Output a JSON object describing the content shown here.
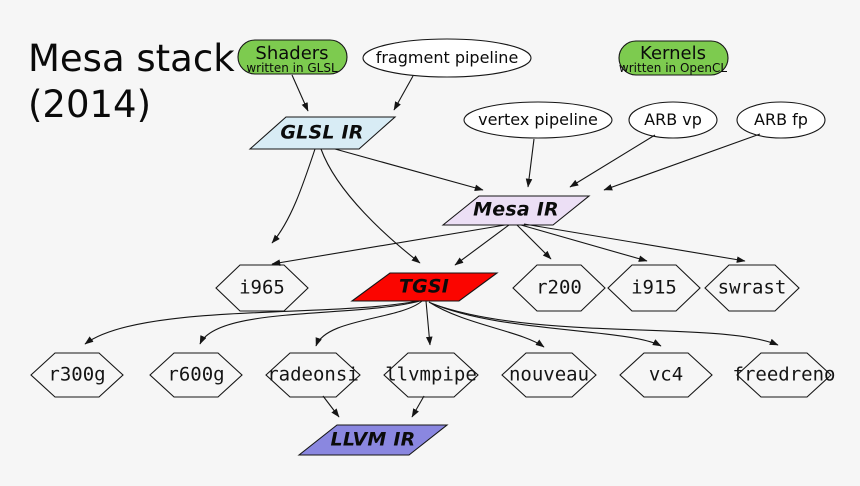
{
  "diagram": {
    "title": {
      "line1": "Mesa stack",
      "line2": "(2014)"
    },
    "colors": {
      "background": "#f6f6f6",
      "node_green_fill": "#7dcb4f",
      "node_white_fill": "#ffffff",
      "glsl_ir_fill": "#d8ecf5",
      "mesa_ir_fill": "#ecdff5",
      "tgsi_fill": "#fb0500",
      "llvm_ir_fill": "#8a87e0",
      "edge_color": "#151515"
    },
    "nodes": {
      "shaders": {
        "label": "Shaders",
        "sublabel": "written in GLSL"
      },
      "fragment_pipeline": {
        "label": "fragment pipeline"
      },
      "kernels": {
        "label": "Kernels",
        "sublabel": "written in OpenCL"
      },
      "glsl_ir": {
        "label": "GLSL IR"
      },
      "vertex_pipeline": {
        "label": "vertex pipeline"
      },
      "arb_vp": {
        "label": "ARB vp"
      },
      "arb_fp": {
        "label": "ARB fp"
      },
      "mesa_ir": {
        "label": "Mesa IR"
      },
      "i965": {
        "label": "i965"
      },
      "tgsi": {
        "label": "TGSI"
      },
      "r200": {
        "label": "r200"
      },
      "i915": {
        "label": "i915"
      },
      "swrast": {
        "label": "swrast"
      },
      "r300g": {
        "label": "r300g"
      },
      "r600g": {
        "label": "r600g"
      },
      "radeonsi": {
        "label": "radeonsi"
      },
      "llvmpipe": {
        "label": "llvmpipe"
      },
      "nouveau": {
        "label": "nouveau"
      },
      "vc4": {
        "label": "vc4"
      },
      "freedreno": {
        "label": "freedreno"
      },
      "llvm_ir": {
        "label": "LLVM IR"
      }
    },
    "edges": [
      {
        "from": "shaders",
        "to": "glsl_ir"
      },
      {
        "from": "fragment_pipeline",
        "to": "glsl_ir"
      },
      {
        "from": "glsl_ir",
        "to": "mesa_ir"
      },
      {
        "from": "glsl_ir",
        "to": "i965"
      },
      {
        "from": "glsl_ir",
        "to": "tgsi"
      },
      {
        "from": "vertex_pipeline",
        "to": "mesa_ir"
      },
      {
        "from": "arb_vp",
        "to": "mesa_ir"
      },
      {
        "from": "arb_fp",
        "to": "mesa_ir"
      },
      {
        "from": "mesa_ir",
        "to": "i965"
      },
      {
        "from": "mesa_ir",
        "to": "tgsi"
      },
      {
        "from": "mesa_ir",
        "to": "r200"
      },
      {
        "from": "mesa_ir",
        "to": "i915"
      },
      {
        "from": "mesa_ir",
        "to": "swrast"
      },
      {
        "from": "tgsi",
        "to": "r300g"
      },
      {
        "from": "tgsi",
        "to": "r600g"
      },
      {
        "from": "tgsi",
        "to": "radeonsi"
      },
      {
        "from": "tgsi",
        "to": "llvmpipe"
      },
      {
        "from": "tgsi",
        "to": "nouveau"
      },
      {
        "from": "tgsi",
        "to": "vc4"
      },
      {
        "from": "tgsi",
        "to": "freedreno"
      },
      {
        "from": "radeonsi",
        "to": "llvm_ir"
      },
      {
        "from": "llvmpipe",
        "to": "llvm_ir"
      }
    ]
  }
}
